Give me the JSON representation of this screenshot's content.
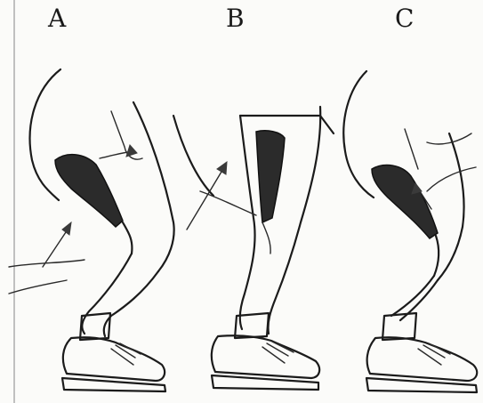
{
  "panels": [
    {
      "label": "A"
    },
    {
      "label": "B"
    },
    {
      "label": "C"
    }
  ],
  "colors": {
    "ink": "#1b1b1b",
    "muscle": "#2b2b2b",
    "paper": "#fbfbf9"
  }
}
